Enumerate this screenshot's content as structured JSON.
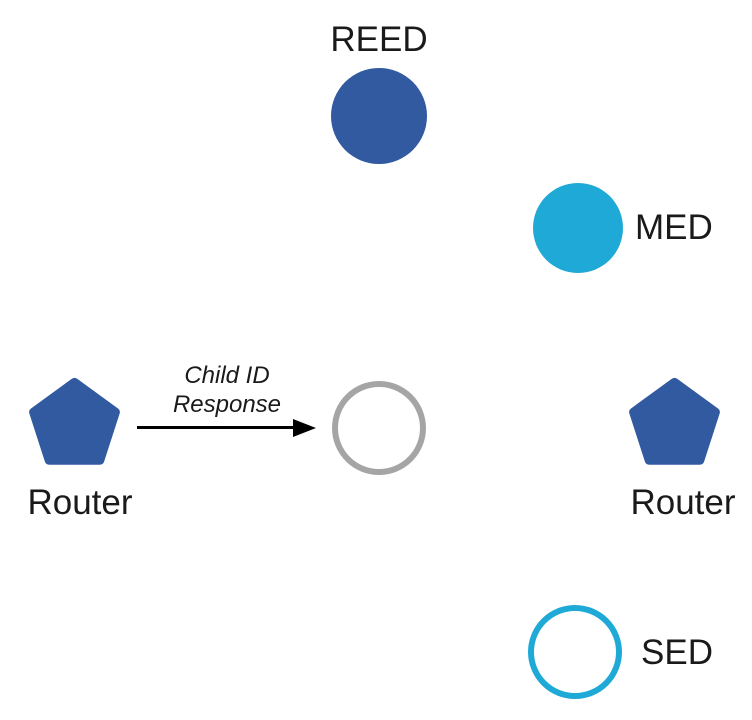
{
  "diagram": {
    "kind": "thread-network-topology",
    "colors": {
      "router_blue": "#315AA0",
      "device_cyan": "#1FA9D6",
      "outline_gray": "#A5A5A5",
      "arrow_black": "#000000",
      "text": "#1A1A1A",
      "background": "#FFFFFF"
    },
    "nodes": {
      "reed": {
        "label": "REED",
        "shape": "circle",
        "style": "filled",
        "color": "#315AA0"
      },
      "med": {
        "label": "MED",
        "shape": "circle",
        "style": "filled",
        "color": "#1FA9D6"
      },
      "router_left": {
        "label": "Router",
        "shape": "pentagon",
        "style": "filled",
        "color": "#315AA0"
      },
      "joiner": {
        "label": "",
        "shape": "circle",
        "style": "outline",
        "color": "#A5A5A5"
      },
      "router_right": {
        "label": "Router",
        "shape": "pentagon",
        "style": "filled",
        "color": "#315AA0"
      },
      "sed": {
        "label": "SED",
        "shape": "circle",
        "style": "outline",
        "color": "#1FA9D6"
      }
    },
    "message": {
      "line1": "Child ID",
      "line2": "Response",
      "from": "router_left",
      "to": "joiner",
      "direction": "right"
    }
  }
}
